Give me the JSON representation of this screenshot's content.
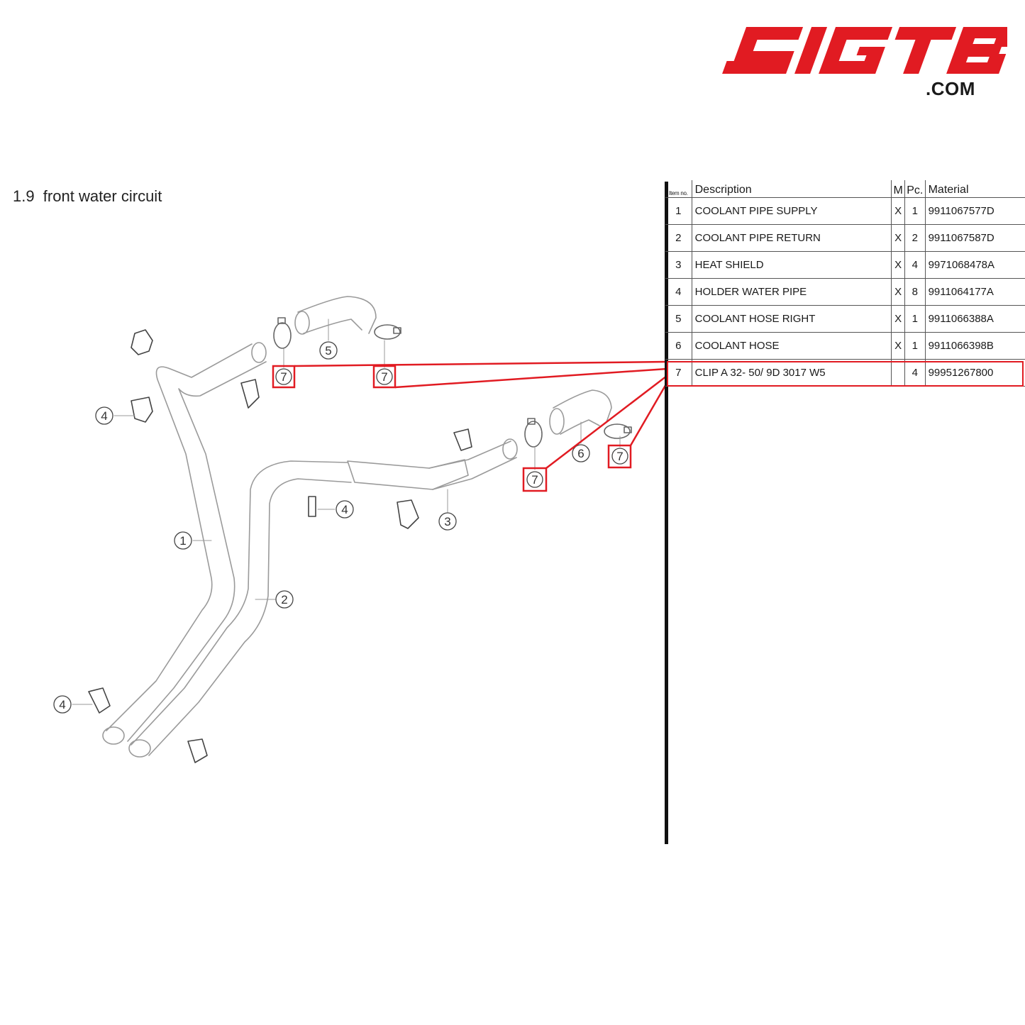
{
  "brand": {
    "logo_text": "SIGTB",
    "domain": ".COM",
    "color": "#e11b22"
  },
  "page": {
    "title": "1.9  front water circuit"
  },
  "table": {
    "headers": {
      "item_no": "Item no.",
      "description": "Description",
      "m": "M",
      "pc": "Pc.",
      "material": "Material"
    },
    "rows": [
      {
        "item": "1",
        "description": "COOLANT PIPE SUPPLY",
        "m": "X",
        "pc": "1",
        "material": "9911067577D"
      },
      {
        "item": "2",
        "description": "COOLANT PIPE RETURN",
        "m": "X",
        "pc": "2",
        "material": "9911067587D"
      },
      {
        "item": "3",
        "description": "HEAT SHIELD",
        "m": "X",
        "pc": "4",
        "material": "9971068478A"
      },
      {
        "item": "4",
        "description": "HOLDER WATER PIPE",
        "m": "X",
        "pc": "8",
        "material": "9911064177A"
      },
      {
        "item": "5",
        "description": "COOLANT HOSE RIGHT",
        "m": "X",
        "pc": "1",
        "material": "9911066388A"
      },
      {
        "item": "6",
        "description": "COOLANT HOSE",
        "m": "X",
        "pc": "1",
        "material": "9911066398B"
      },
      {
        "item": "7",
        "description": "CLIP A 32- 50/ 9D 3017 W5",
        "m": "",
        "pc": "4",
        "material": "99951267800"
      }
    ],
    "highlighted_item": "7"
  },
  "diagram": {
    "callouts": {
      "c1": "1",
      "c2": "2",
      "c3": "3",
      "c4a": "4",
      "c4b": "4",
      "c4c": "4",
      "c5": "5",
      "c6": "6",
      "c7a": "7",
      "c7b": "7",
      "c7c": "7",
      "c7d": "7"
    },
    "line_color": "#9a9a9a",
    "highlight_color": "#e11b22"
  }
}
